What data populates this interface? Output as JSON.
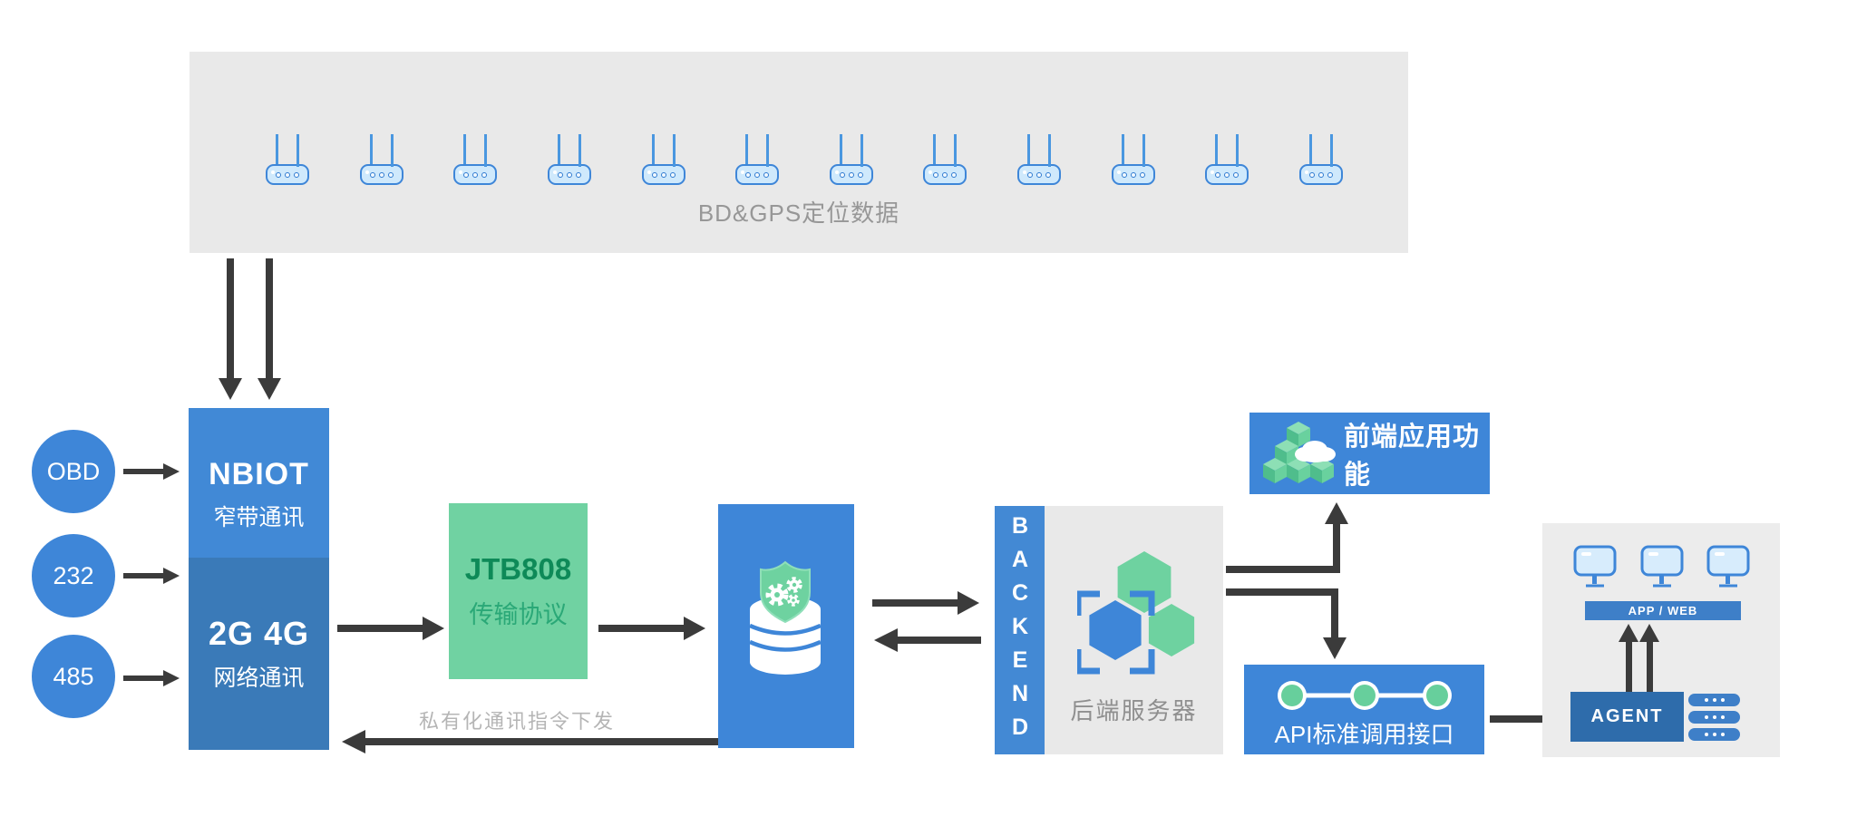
{
  "colors": {
    "accent_blue": "#3e86d8",
    "deep_blue": "#3a7ab8",
    "strip_blue": "#4389d4",
    "agent_blue": "#2e6cab",
    "bar_blue": "#3e7fc8",
    "green_box": "#70d2a2",
    "icon_green": "#67cf9c",
    "panel_gray": "#e9e9e9",
    "arrow_dark": "#3b3b3b"
  },
  "gps_panel": {
    "caption": "BD&GPS定位数据",
    "device_count": 12
  },
  "inputs": [
    {
      "label": "OBD"
    },
    {
      "label": "232"
    },
    {
      "label": "485"
    }
  ],
  "comm_box": {
    "nb_title": "NBIOT",
    "nb_subtitle": "窄带通讯",
    "cell_title": "2G 4G",
    "cell_subtitle": "网络通讯"
  },
  "protocol_box": {
    "title": "JTB808",
    "subtitle": "传输协议"
  },
  "downlink": {
    "label": "私有化通讯指令下发"
  },
  "backend": {
    "side_label": "BACKEND",
    "caption": "后端服务器"
  },
  "frontend_box": {
    "label": "前端应用功能"
  },
  "api_box": {
    "label": "API标准调用接口"
  },
  "client_panel": {
    "bar_label": "APP / WEB",
    "agent_label": "AGENT"
  }
}
